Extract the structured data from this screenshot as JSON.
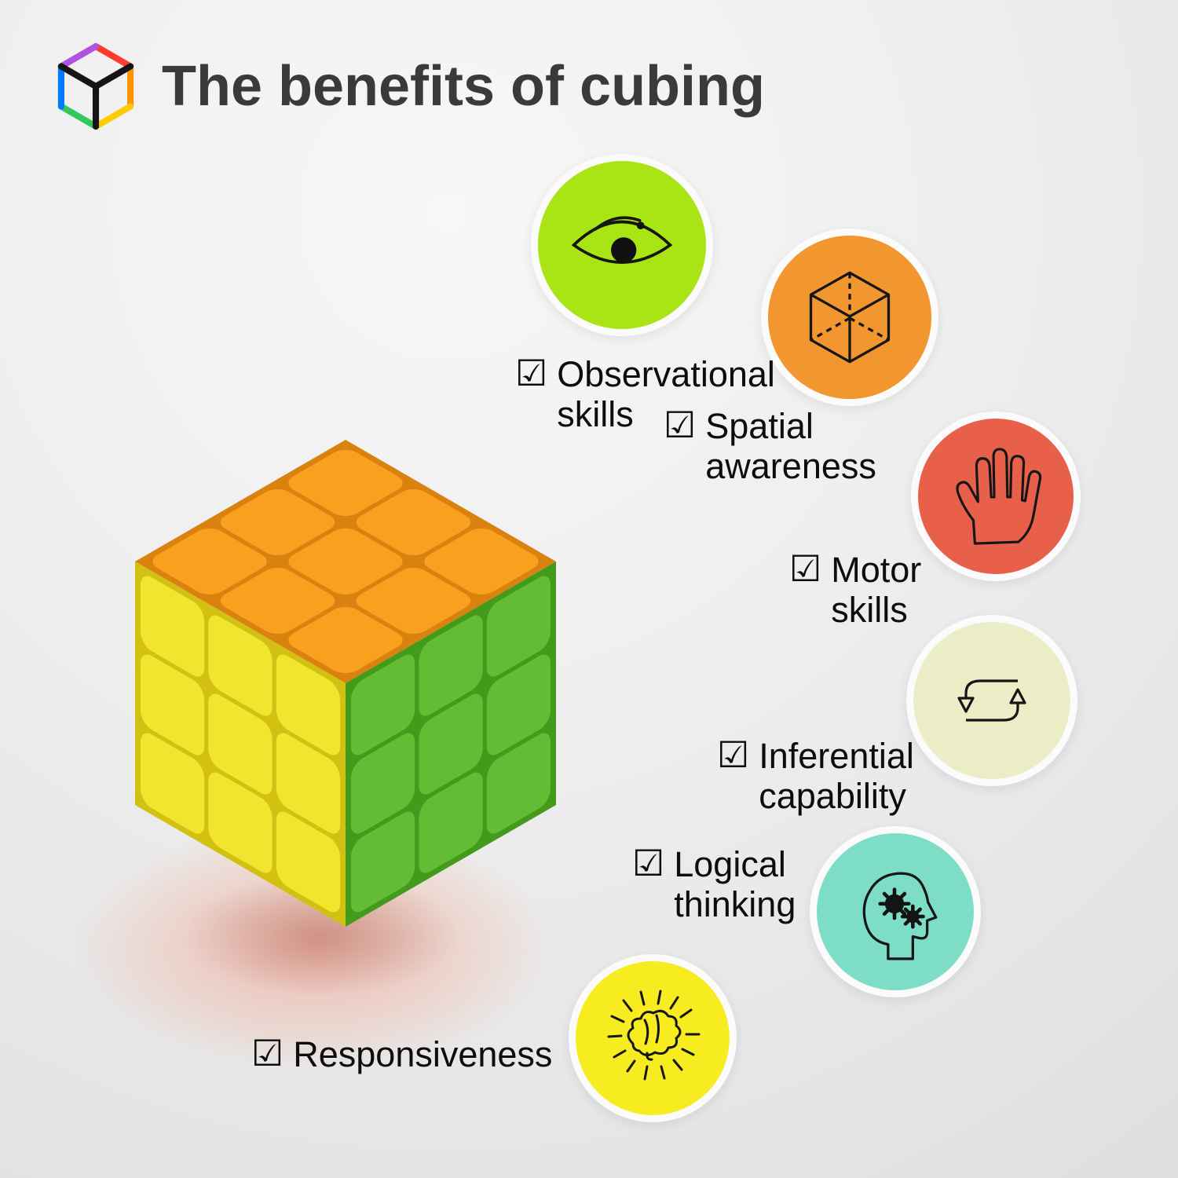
{
  "header": {
    "title": "The benefits of cubing"
  },
  "checkbox_glyph": "☑",
  "benefits": [
    {
      "name": "observational-skills",
      "line1": "Observational",
      "line2": "skills",
      "icon": "eye-icon",
      "circle_color": "#a9e514"
    },
    {
      "name": "spatial-awareness",
      "line1": "Spatial",
      "line2": "awareness",
      "icon": "wireframe-cube-icon",
      "circle_color": "#f29730"
    },
    {
      "name": "motor-skills",
      "line1": "Motor",
      "line2": "skills",
      "icon": "hand-icon",
      "circle_color": "#e9604a"
    },
    {
      "name": "inferential-capability",
      "line1": "Inferential",
      "line2": "capability",
      "icon": "cycle-arrows-icon",
      "circle_color": "#eaedc5"
    },
    {
      "name": "logical-thinking",
      "line1": "Logical",
      "line2": "thinking",
      "icon": "head-gears-icon",
      "circle_color": "#7eddc6"
    },
    {
      "name": "responsiveness",
      "line1": "Responsiveness",
      "line2": "",
      "icon": "brain-rays-icon",
      "circle_color": "#f6ec20"
    }
  ],
  "cube": {
    "top_color": "#fa9b13",
    "top_gap_color": "#d97c04",
    "right_color": "#69c837",
    "right_gap_color": "#47a31d",
    "left_color": "#f2e52d",
    "left_gap_color": "#d2c112"
  }
}
